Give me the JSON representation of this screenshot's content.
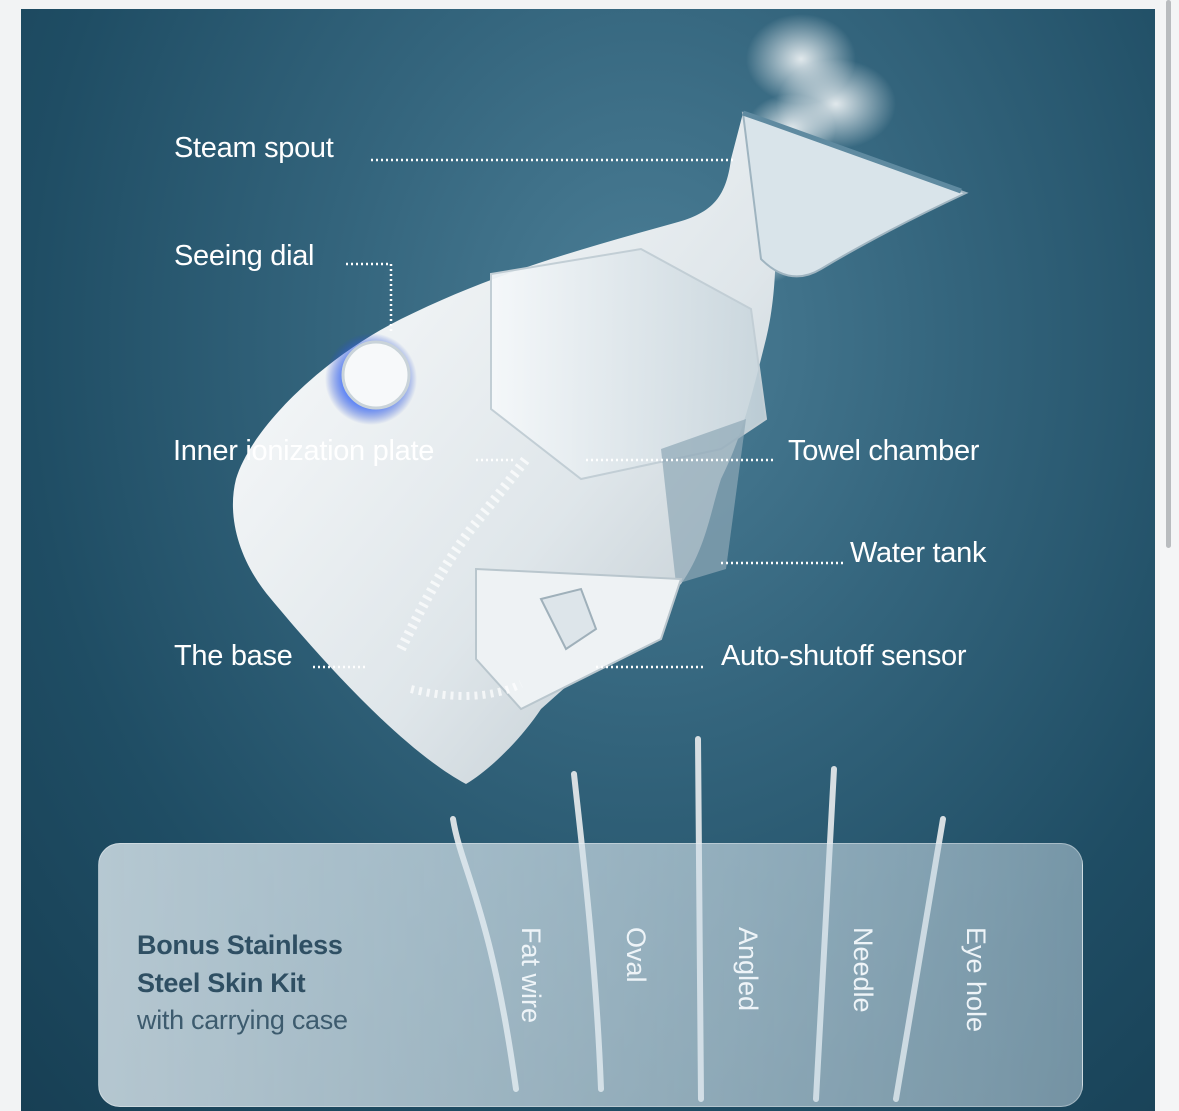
{
  "callouts": {
    "steam_spout": "Steam spout",
    "setting_dial": "Seeing dial",
    "ionization_plate": "Inner ionization plate",
    "towel_chamber": "Towel chamber",
    "water_tank": "Water tank",
    "base": "The base",
    "auto_shutoff": "Auto-shutoff sensor"
  },
  "kit": {
    "title_line1": "Bonus Stainless",
    "title_line2": "Steel Skin Kit",
    "subtitle": "with carrying case",
    "tools": [
      "Fat wire",
      "Oval",
      "Angled",
      "Needle",
      "Eye hole"
    ]
  },
  "colors": {
    "background": "#2a5a72",
    "dial_glow": "#3b6cff",
    "device_body": "#e9eef1"
  }
}
